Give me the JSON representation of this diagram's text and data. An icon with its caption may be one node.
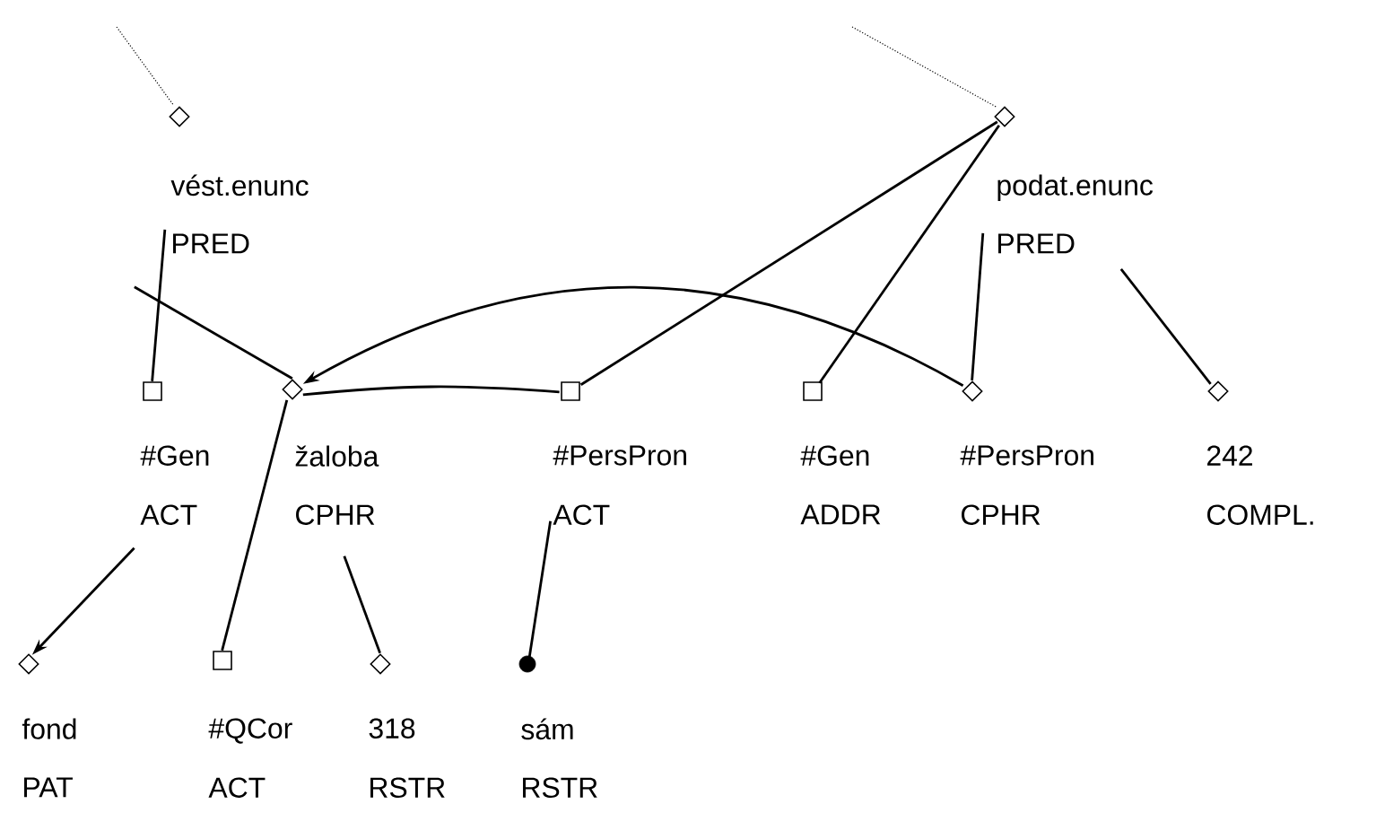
{
  "diagram": {
    "nodes": [
      {
        "text": [
          "vést.enunc",
          "PRED"
        ]
      },
      {
        "text": [
          "podat.enunc",
          "PRED"
        ]
      },
      {
        "text": [
          "#Gen",
          "ACT"
        ]
      },
      {
        "text": [
          "žaloba",
          "CPHR"
        ]
      },
      {
        "text": [
          "#PersPron",
          "ACT"
        ]
      },
      {
        "text": [
          "#Gen",
          "ADDR"
        ]
      },
      {
        "text": [
          "#PersPron",
          "CPHR"
        ]
      },
      {
        "text": [
          "242",
          "COMPL."
        ]
      },
      {
        "text": [
          "fond",
          "PAT"
        ]
      },
      {
        "text": [
          "#QCor",
          "ACT"
        ]
      },
      {
        "text": [
          "318",
          "RSTR"
        ]
      },
      {
        "text": [
          "sám",
          "RSTR"
        ]
      }
    ],
    "edges": [
      {
        "from": null,
        "to": 0,
        "arrow": "none",
        "style": "dashed"
      },
      {
        "from": null,
        "to": 1,
        "arrow": "none",
        "style": "dashed"
      },
      {
        "from": 0,
        "to": 2,
        "arrow": "none"
      },
      {
        "from": 0,
        "to": 3,
        "arrow": "none"
      },
      {
        "from": 1,
        "to": 4,
        "arrow": "none"
      },
      {
        "from": 1,
        "to": 5,
        "arrow": "none"
      },
      {
        "from": 1,
        "to": 6,
        "arrow": "none"
      },
      {
        "from": 1,
        "to": 7,
        "arrow": "none"
      },
      {
        "from": 3,
        "to": 9,
        "arrow": "none"
      },
      {
        "from": 3,
        "to": 10,
        "arrow": "none"
      },
      {
        "from": 2,
        "to": 8,
        "arrow": "to"
      },
      {
        "from": 4,
        "to": 11,
        "arrow": "none"
      },
      {
        "from": 6,
        "to": 3,
        "arrow": "to"
      },
      {
        "from": 4,
        "to": 3,
        "arrow": "none"
      }
    ]
  }
}
